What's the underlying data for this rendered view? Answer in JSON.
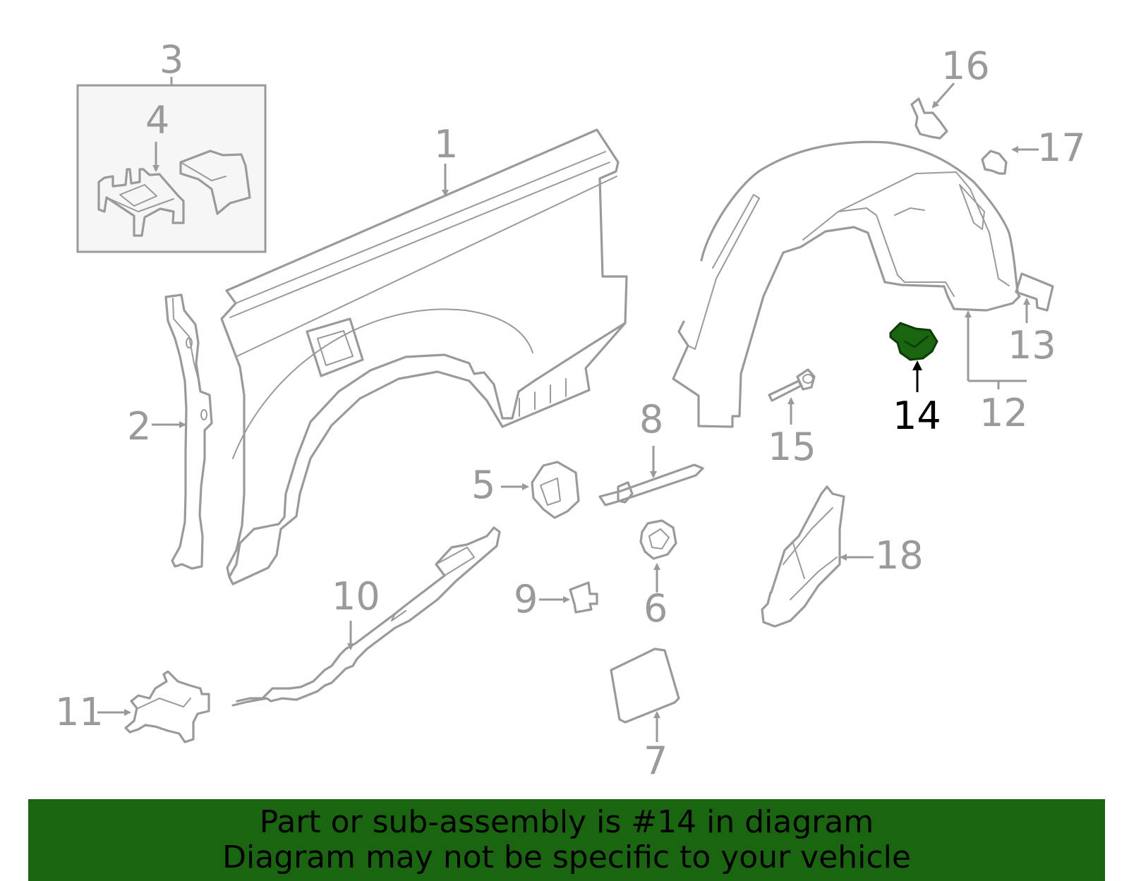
{
  "highlight_part": "14",
  "highlight_color": "#1a6610",
  "callout_color": "#9a9a9a",
  "callouts": {
    "c1": "1",
    "c2": "2",
    "c3": "3",
    "c4": "4",
    "c5": "5",
    "c6": "6",
    "c7": "7",
    "c8": "8",
    "c9": "9",
    "c10": "10",
    "c11": "11",
    "c12": "12",
    "c13": "13",
    "c14": "14",
    "c15": "15",
    "c16": "16",
    "c17": "17",
    "c18": "18"
  },
  "banner": {
    "line1": "Part or sub-assembly is #14 in diagram",
    "line2": "Diagram may not be specific to your vehicle",
    "background": "#1a6610"
  }
}
